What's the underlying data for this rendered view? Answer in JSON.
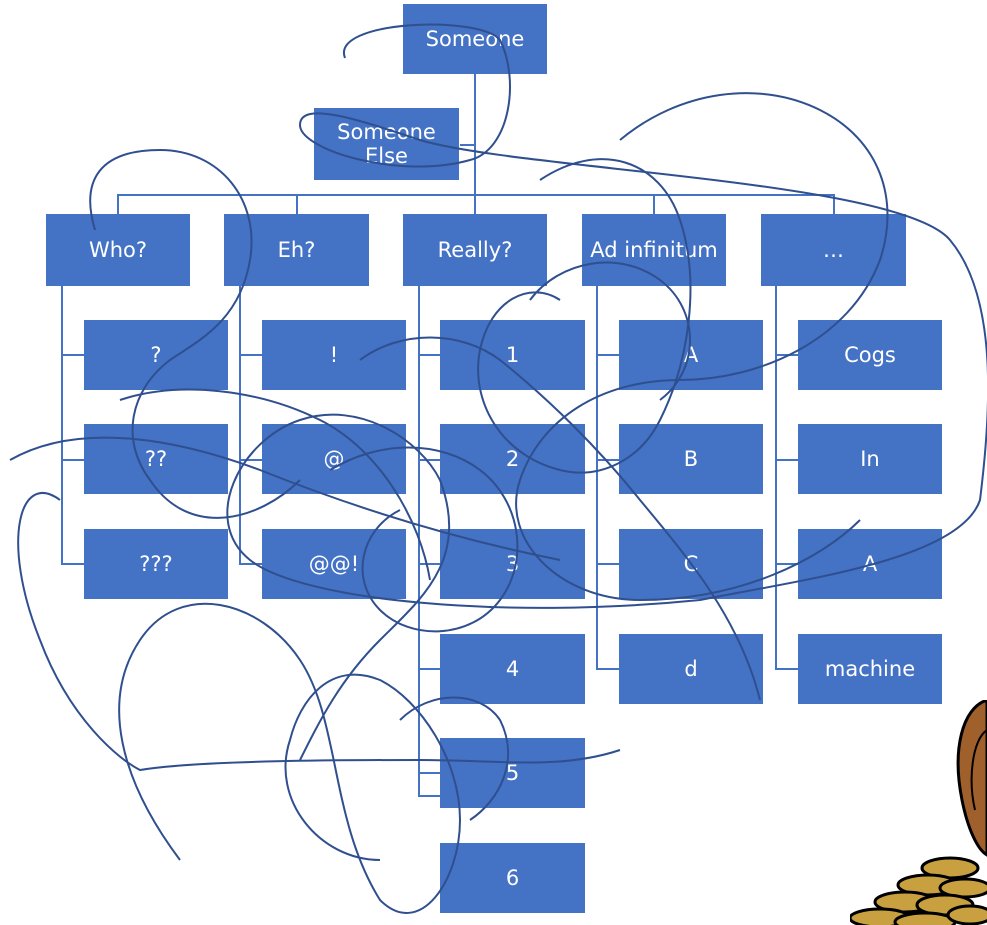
{
  "diagram": {
    "root": "Someone",
    "assistant": "Someone Else",
    "branches": [
      {
        "label": "Who?",
        "children": [
          "?",
          "??",
          "???"
        ]
      },
      {
        "label": "Eh?",
        "children": [
          "!",
          "@",
          "@@!"
        ]
      },
      {
        "label": "Really?",
        "children": [
          "1",
          "2",
          "3",
          "4",
          "5",
          "6"
        ]
      },
      {
        "label": "Ad infinitum",
        "children": [
          "A",
          "B",
          "C",
          "d"
        ]
      },
      {
        "label": "…",
        "children": [
          "Cogs",
          "In",
          "A",
          "machine"
        ]
      }
    ],
    "colors": {
      "box": "#4472c4",
      "text": "#ffffff",
      "scribble": "#2f4f8f",
      "skin": "#a0602c",
      "coins": "#c8a040"
    }
  },
  "decoration": {
    "corner_image": "character-with-coins",
    "overlay": "scribble-lines"
  }
}
